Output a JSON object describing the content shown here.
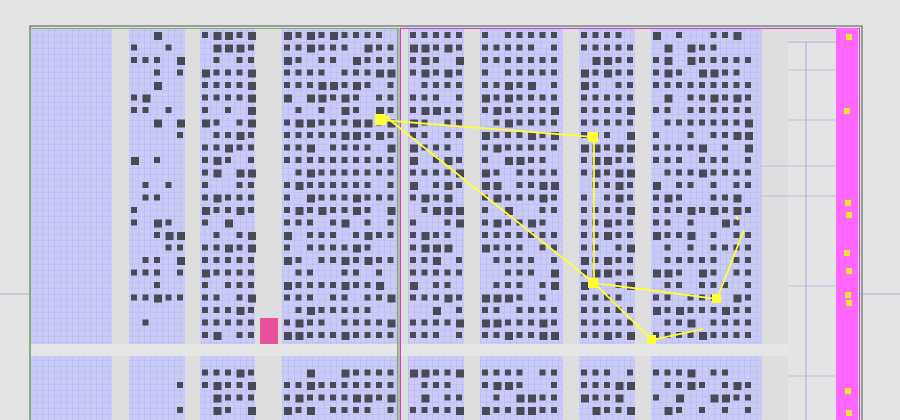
{
  "view": {
    "colors": {
      "background": "#e4e4e4",
      "frame_border": "#555555",
      "core_fill": "#cbcbf7",
      "core_grid": "#a9a9ea",
      "channel": "#e6e6e6",
      "cell_block": "#4a4a56",
      "left_region_border": "#7fb36a",
      "right_region_border": "#c444c4",
      "io_pad_strip": "#ff66ff",
      "io_pad_pin": "#e8e82e",
      "routing_line": "#ffff33",
      "selected_macro": "#e8509a",
      "guide_line": "#9c9cdd"
    },
    "icons": {
      "routing": "routing-net",
      "pin": "pin-marker",
      "macro": "selected-macro"
    }
  }
}
